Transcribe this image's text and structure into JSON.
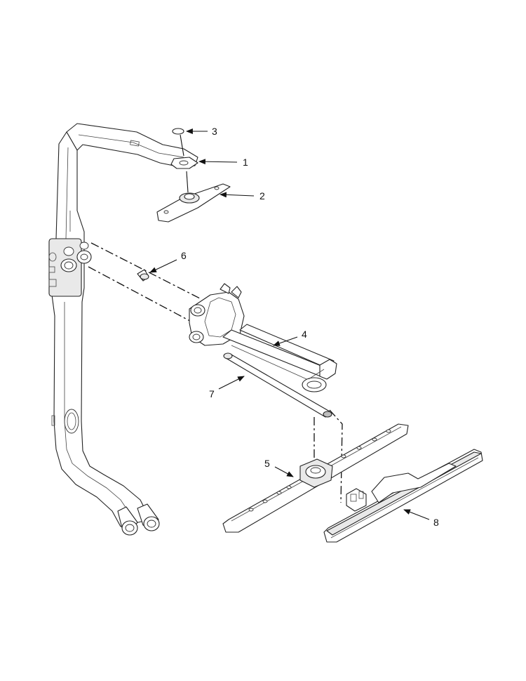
{
  "diagram": {
    "colors": {
      "line": "#222222",
      "fill": "#ffffff",
      "shade": "#e9e9e9",
      "background": "#ffffff"
    },
    "callouts": [
      {
        "id": "3",
        "label": "3"
      },
      {
        "id": "1",
        "label": "1"
      },
      {
        "id": "2",
        "label": "2"
      },
      {
        "id": "6",
        "label": "6"
      },
      {
        "id": "4",
        "label": "4"
      },
      {
        "id": "7",
        "label": "7"
      },
      {
        "id": "5",
        "label": "5"
      },
      {
        "id": "8",
        "label": "8"
      }
    ]
  }
}
